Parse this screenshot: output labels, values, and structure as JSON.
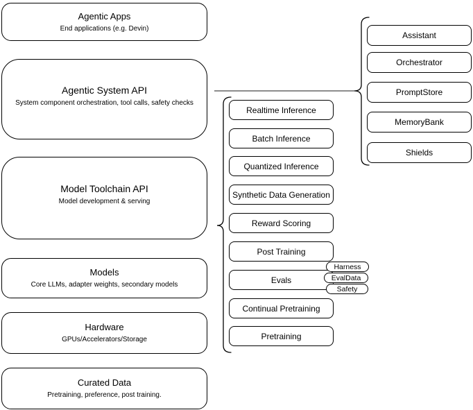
{
  "colors": {
    "background": "#ffffff",
    "box_fill": "#ffffff",
    "stroke": "#000000",
    "connector_line": "#666666",
    "text": "#000000"
  },
  "diagram": {
    "stack": [
      {
        "title": "Agentic Apps",
        "subtitle": "End applications (e.g. Devin)"
      },
      {
        "title": "Agentic System API",
        "subtitle": "System component orchestration, tool calls, safety checks"
      },
      {
        "title": "Model Toolchain API",
        "subtitle": "Model development & serving"
      },
      {
        "title": "Models",
        "subtitle": "Core LLMs, adapter weights, secondary models"
      },
      {
        "title": "Hardware",
        "subtitle": "GPUs/Accelerators/Storage"
      },
      {
        "title": "Curated Data",
        "subtitle": "Pretraining, preference, post training."
      }
    ],
    "toolchain_components": [
      "Realtime Inference",
      "Batch Inference",
      "Quantized Inference",
      "Synthetic Data Generation",
      "Reward Scoring",
      "Post Training",
      "Evals",
      "Continual Pretraining",
      "Pretraining"
    ],
    "eval_tags": [
      "Harness",
      "EvalData",
      "Safety"
    ],
    "system_components": [
      "Assistant",
      "Orchestrator",
      "PromptStore",
      "MemoryBank",
      "Shields"
    ]
  }
}
